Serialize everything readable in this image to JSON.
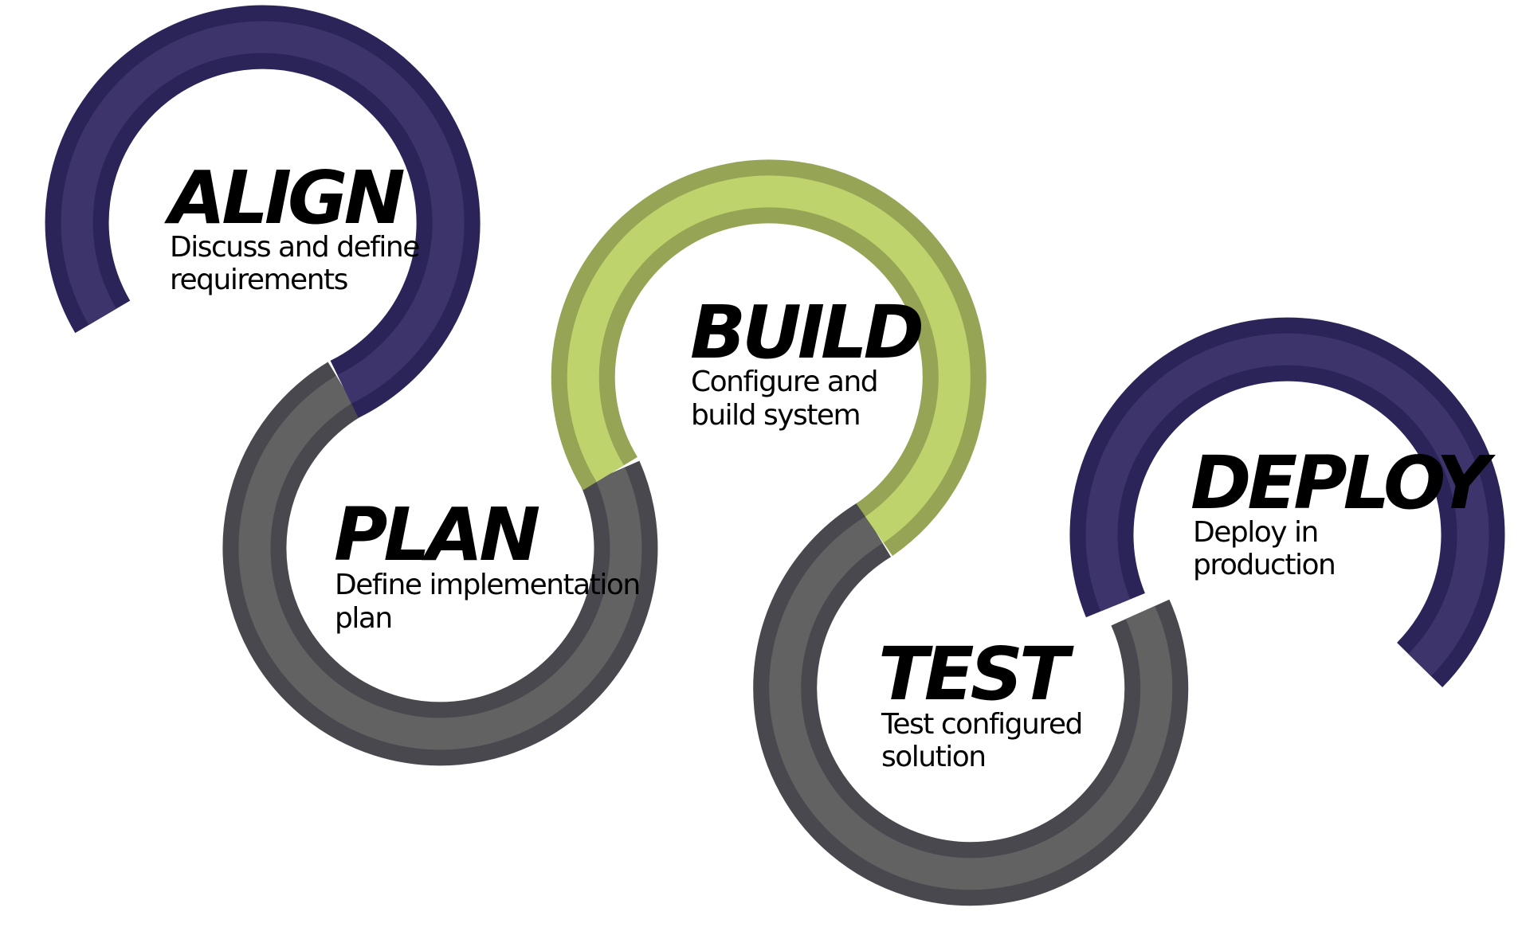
{
  "colors": {
    "navy_outer": "#2a2459",
    "navy_inner": "#3c346b",
    "gray_outer": "#49484f",
    "gray_inner": "#626262",
    "olive_outer": "#95a455",
    "lime_inner": "#bfd36c",
    "background": "#ffffff"
  },
  "stages": [
    {
      "id": "align",
      "title": "ALIGN",
      "lines": [
        "Discuss and define",
        "requirements"
      ],
      "color": "navy"
    },
    {
      "id": "plan",
      "title": "PLAN",
      "lines": [
        "Define implementation",
        "plan"
      ],
      "color": "gray"
    },
    {
      "id": "build",
      "title": "BUILD",
      "lines": [
        "Configure and",
        "build system"
      ],
      "color": "lime"
    },
    {
      "id": "test",
      "title": "TEST",
      "lines": [
        "Test configured",
        "solution"
      ],
      "color": "gray"
    },
    {
      "id": "deploy",
      "title": "DEPLOY",
      "lines": [
        "Deploy in",
        "production"
      ],
      "color": "navy"
    }
  ]
}
